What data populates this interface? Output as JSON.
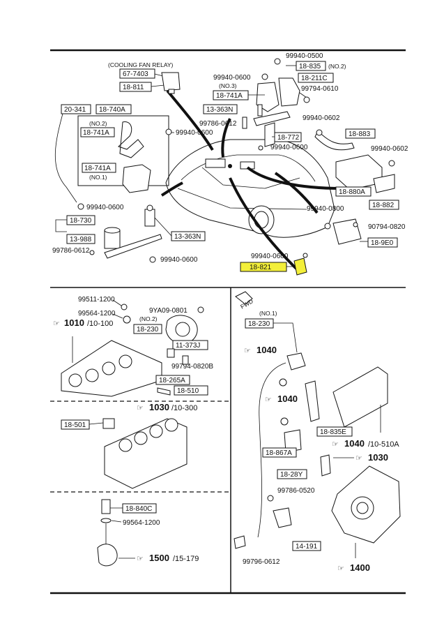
{
  "top_section": {
    "cooling_fan_relay_note": "(COOLING FAN RELAY)",
    "labels": {
      "p67_7403": "67-7403",
      "p18_811": "18-811",
      "p20_341": "20-341",
      "p18_740A": "18-740A",
      "no2_left": "(NO.2)",
      "p18_741A_upper": "18-741A",
      "p18_741A_lower": "18-741A",
      "no1_left": "(NO.1)",
      "p99940_0600_a": "99940-0600",
      "p99940_0600_b": "99940-0600",
      "p18_730": "18-730",
      "p13_988": "13-988",
      "p99786_0612_left": "99786-0612",
      "p13_363N_left": "13-363N",
      "p99940_0600_c": "99940-0600",
      "p99940_0500": "99940-0500",
      "p18_835": "18-835",
      "no2_right": "(NO.2)",
      "p99940_0600_d": "99940-0600",
      "no3": "(NO.3)",
      "p18_211C": "18-211C",
      "p18_741A_right": "18-741A",
      "p99794_0610": "99794-0610",
      "p13_363N_right": "13-363N",
      "p99940_0602_a": "99940-0602",
      "p99786_0612_right": "99786-0612",
      "p18_772": "18-772",
      "p99940_0600_e": "99940-0600",
      "p18_883": "18-883",
      "p99940_0602_b": "99940-0602",
      "p18_880A": "18-880A",
      "p18_882": "18-882",
      "p99940_0800": "99940-0800",
      "p90794_0820": "90794-0820",
      "p18_9E0": "18-9E0",
      "p99940_0600_f": "99940-0600",
      "p18_821": "18-821"
    }
  },
  "left_section": {
    "labels": {
      "p99511_1200": "99511-1200",
      "p99564_1200_a": "99564-1200",
      "p9YA09_0801": "9YA09-0801",
      "no2": "(NO.2)",
      "p18_230": "18-230",
      "p11_373J": "11-373J",
      "p99794_0820B": "99794-0820B",
      "p18_265A": "18-265A",
      "p18_510": "18-510",
      "p18_501": "18-501",
      "p18_840C": "18-840C",
      "p99564_1200_b": "99564-1200"
    },
    "refs": {
      "r1010": "1010",
      "r1010_sub": "/10-100",
      "r1030": "1030",
      "r1030_sub": "/10-300",
      "r1500": "1500",
      "r1500_sub": "/15-179"
    }
  },
  "right_section": {
    "fwd": "FWD",
    "labels": {
      "no1": "(NO.1)",
      "p18_230": "18-230",
      "p18_835E": "18-835E",
      "p18_867A": "18-867A",
      "p18_28Y": "18-28Y",
      "p99786_0520": "99786-0520",
      "p14_191": "14-191",
      "p99796_0612": "99796-0612"
    },
    "refs": {
      "r1040_a": "1040",
      "r1040_b": "1040",
      "r1040_c": "1040",
      "r1040_c_sub": "/10-510A",
      "r1030": "1030",
      "r1400": "1400"
    }
  },
  "colors": {
    "highlight": "#f3ef3a",
    "ink": "#111111"
  }
}
